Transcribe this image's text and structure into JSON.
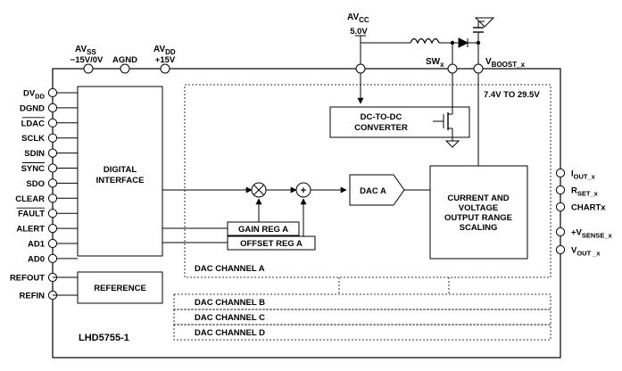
{
  "chip_name": "LHD5755-1",
  "supplies": {
    "avss": {
      "main": "AV",
      "sub": "SS",
      "value": "−15V/0V"
    },
    "agnd": "AGND",
    "avdd": {
      "main": "AV",
      "sub": "DD",
      "value": "+15V"
    },
    "avcc": {
      "main": "AV",
      "sub": "CC",
      "value": "5.0V"
    }
  },
  "sw": {
    "main": "SW",
    "sub": "x"
  },
  "vboost": {
    "main": "V",
    "sub": "BOOST_x"
  },
  "boost_range": "7.4V TO 29.5V",
  "left_pins": [
    {
      "id": "dvdd",
      "main": "DV",
      "sub": "DD",
      "overline": false
    },
    {
      "id": "dgnd",
      "main": "DGND",
      "sub": "",
      "overline": false
    },
    {
      "id": "ldac",
      "main": "LDAC",
      "sub": "",
      "overline": true
    },
    {
      "id": "sclk",
      "main": "SCLK",
      "sub": "",
      "overline": false
    },
    {
      "id": "sdin",
      "main": "SDIN",
      "sub": "",
      "overline": false
    },
    {
      "id": "sync",
      "main": "SYNC",
      "sub": "",
      "overline": true
    },
    {
      "id": "sdo",
      "main": "SDO",
      "sub": "",
      "overline": false
    },
    {
      "id": "clear",
      "main": "CLEAR",
      "sub": "",
      "overline": false
    },
    {
      "id": "fault",
      "main": "FAULT",
      "sub": "",
      "overline": true
    },
    {
      "id": "alert",
      "main": "ALERT",
      "sub": "",
      "overline": false
    },
    {
      "id": "ad1",
      "main": "AD1",
      "sub": "",
      "overline": false
    },
    {
      "id": "ad0",
      "main": "AD0",
      "sub": "",
      "overline": false
    }
  ],
  "ref_pins": [
    {
      "id": "refout",
      "label": "REFOUT"
    },
    {
      "id": "refin",
      "label": "REFIN"
    }
  ],
  "right_pins": [
    {
      "id": "iout",
      "main": "I",
      "sub": "OUT_x"
    },
    {
      "id": "rset",
      "main": "R",
      "sub": "SET_x"
    },
    {
      "id": "chart",
      "main": "CHARTx",
      "sub": ""
    },
    {
      "id": "vsense",
      "main": "+V",
      "sub": "SENSE_x"
    },
    {
      "id": "vout",
      "main": "V",
      "sub": "OUT _x"
    }
  ],
  "blocks": {
    "digital_interface": [
      "DIGITAL",
      "INTERFACE"
    ],
    "reference": "REFERENCE",
    "dcdc": [
      "DC-TO-DC",
      "CONVERTER"
    ],
    "dac": "DAC A",
    "gain_reg": "GAIN REG A",
    "offset_reg": "OFFSET REG A",
    "output_stage": [
      "CURRENT AND",
      "VOLTAGE",
      "OUTPUT RANGE",
      "SCALING"
    ]
  },
  "channels": {
    "a": "DAC CHANNEL A",
    "others": [
      "DAC CHANNEL B",
      "DAC CHANNEL C",
      "DAC CHANNEL D"
    ]
  },
  "adder_symbol": "+"
}
